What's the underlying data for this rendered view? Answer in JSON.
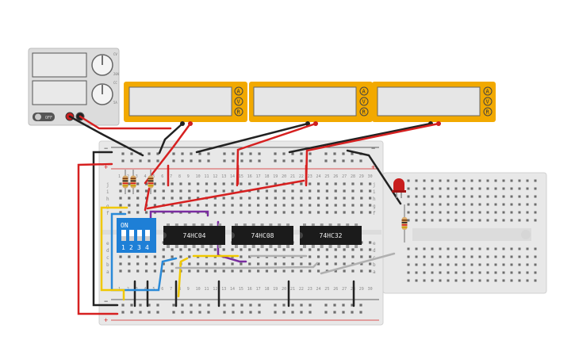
{
  "power_supply": {
    "knob_top_labels": [
      "CV",
      "20V"
    ],
    "knob_bottom_labels": [
      "CC",
      "5A"
    ],
    "switch_label": "OFF"
  },
  "meters": [
    {
      "name": "multimeter-1",
      "buttons": [
        "A",
        "V",
        "R"
      ]
    },
    {
      "name": "multimeter-2",
      "buttons": [
        "A",
        "V",
        "R"
      ]
    },
    {
      "name": "multimeter-3",
      "buttons": [
        "A",
        "V",
        "R"
      ]
    }
  ],
  "dip_switch": {
    "label": "ON",
    "numbers": [
      "1",
      "2",
      "3",
      "4"
    ]
  },
  "chips": [
    {
      "label": "74HC04"
    },
    {
      "label": "74HC08"
    },
    {
      "label": "74HC32"
    }
  ],
  "breadboard": {
    "row_letters_top": [
      "j",
      "i",
      "h",
      "g",
      "f"
    ],
    "row_letters_bottom": [
      "e",
      "d",
      "c",
      "b",
      "a"
    ],
    "column_numbers": [
      "1",
      "2",
      "3",
      "4",
      "5",
      "6",
      "7",
      "8",
      "9",
      "10",
      "11",
      "12",
      "13",
      "14",
      "15",
      "16",
      "17",
      "18",
      "19",
      "20",
      "21",
      "22",
      "23",
      "24",
      "25",
      "26",
      "27",
      "28",
      "29",
      "30"
    ]
  },
  "colors": {
    "board": "#e8e8e8",
    "meter": "#f2a900",
    "dip": "#1e7fd6",
    "wire_red": "#d62020",
    "wire_black": "#222222",
    "wire_yellow": "#f0c800",
    "wire_blue": "#2a8ad8",
    "wire_purple": "#7a2da0",
    "wire_gray": "#b0b0b0",
    "led": "#c81e1e"
  }
}
